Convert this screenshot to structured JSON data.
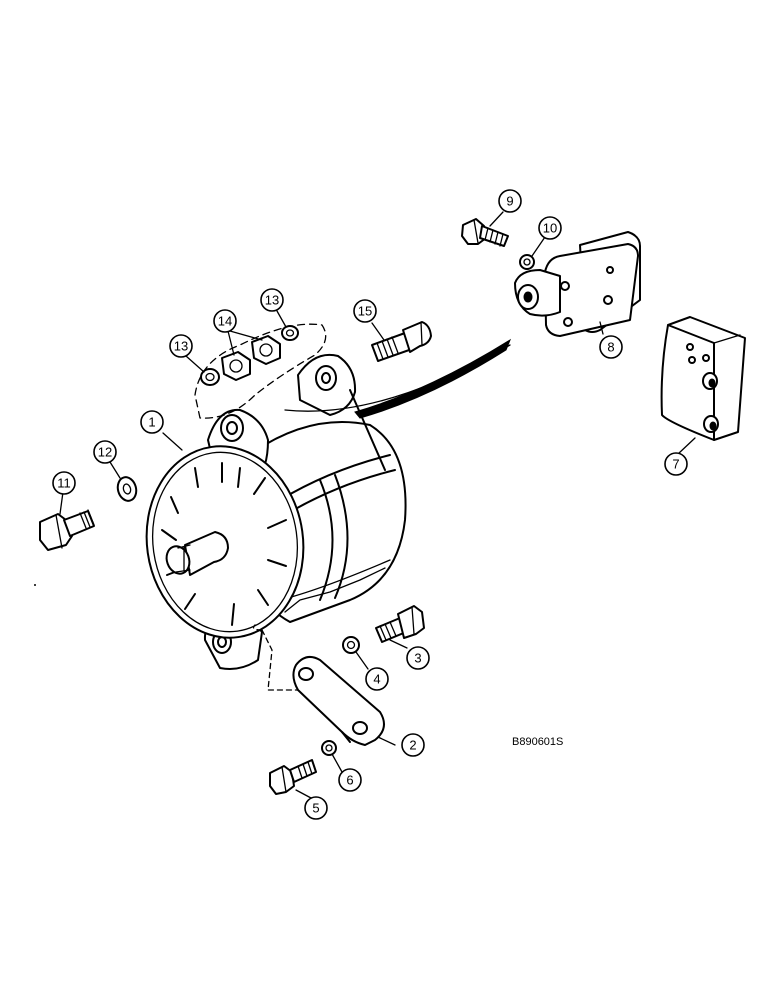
{
  "callouts": {
    "c1": "1",
    "c2": "2",
    "c3": "3",
    "c4": "4",
    "c5": "5",
    "c6": "6",
    "c7": "7",
    "c8": "8",
    "c9": "9",
    "c10": "10",
    "c11": "11",
    "c12": "12",
    "c13a": "13",
    "c13b": "13",
    "c14": "14",
    "c15": "15"
  },
  "figure_code": "B890601S"
}
